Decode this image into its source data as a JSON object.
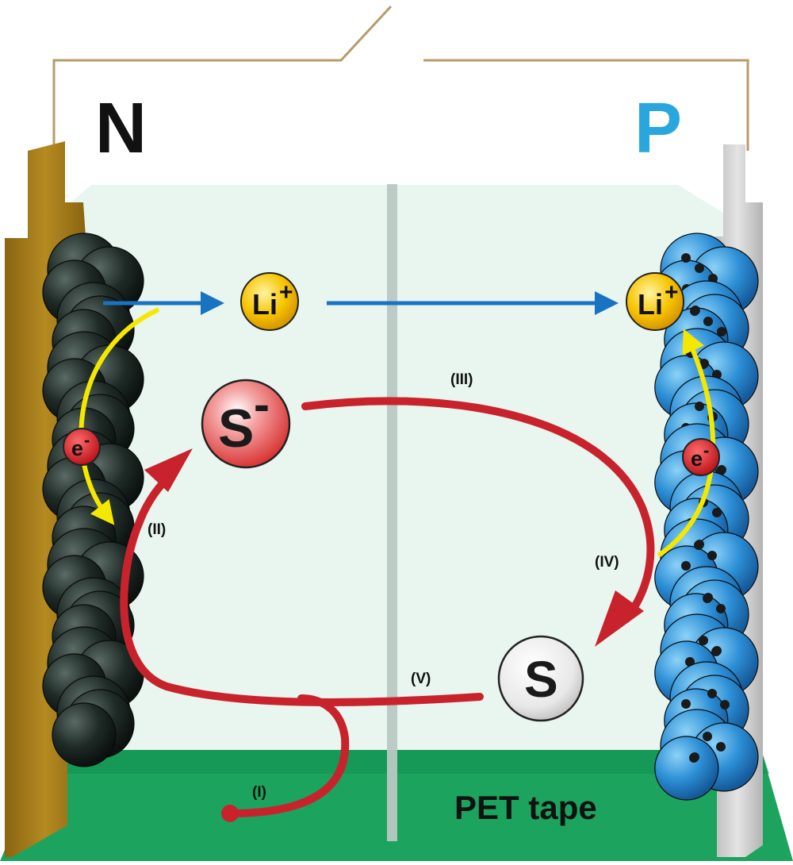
{
  "electrodes": {
    "negative_label": "N",
    "positive_label": "P"
  },
  "species": {
    "lithium_ion": {
      "base": "Li",
      "charge": "+"
    },
    "electron": {
      "base": "e",
      "charge": "-"
    },
    "sulfur_radical": {
      "base": "S",
      "charge": "-"
    },
    "sulfur": {
      "base": "S"
    }
  },
  "steps": {
    "i": "(I)",
    "ii": "(II)",
    "iii": "(III)",
    "iv": "(IV)",
    "v": "(V)"
  },
  "base_label": "PET tape",
  "colors": {
    "negative_label": "#1a1a1a",
    "positive_label": "#2aa6de",
    "shuttle_arrow": "#c8232c",
    "ion_arrow": "#1a73c2",
    "electron_arrow": "#f5e800",
    "pet_tape": "#1ca35e",
    "electrolyte": "#e6f5ee",
    "negative_current_collector": "#a47a18",
    "positive_current_collector": "#c8c8c8",
    "anode_particles": "#1e2a26",
    "cathode_particles": "#2d8fd6",
    "lithium_ion_fill": "#f7c400"
  },
  "icons": [
    "lithium-ion-icon",
    "electron-icon",
    "sulfur-radical-icon",
    "sulfur-icon"
  ]
}
